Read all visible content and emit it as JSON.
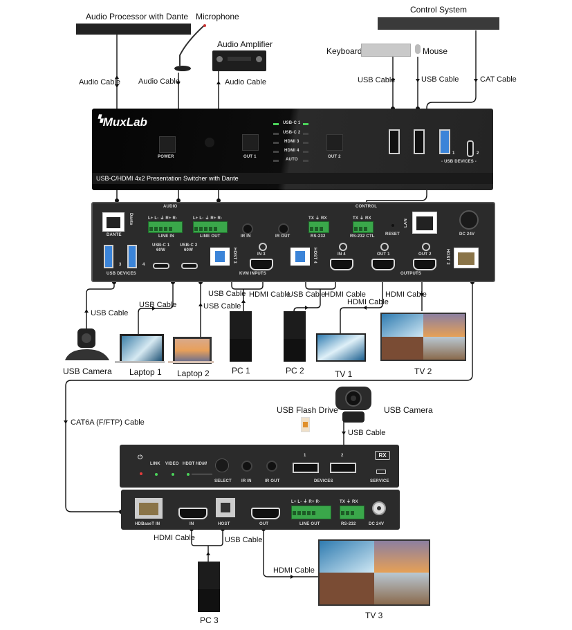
{
  "devices": {
    "audio_processor": "Audio Processor with Dante",
    "microphone": "Microphone",
    "audio_amplifier": "Audio Amplifier",
    "control_system": "Control System",
    "keyboard": "Keyboard",
    "mouse": "Mouse",
    "usb_camera_1": "USB Camera",
    "laptop_1": "Laptop 1",
    "laptop_2": "Laptop 2",
    "pc_1": "PC 1",
    "pc_2": "PC 2",
    "tv_1": "TV 1",
    "tv_2": "TV 2",
    "usb_flash_drive": "USB Flash Drive",
    "usb_camera_2": "USB Camera",
    "pc_3": "PC 3",
    "tv_3": "TV 3"
  },
  "cables": {
    "audio_1": "Audio Cable",
    "audio_2": "Audio Cable",
    "audio_3": "Audio Cable",
    "usb_keyboard": "USB Cable",
    "usb_mouse": "USB Cable",
    "cat": "CAT Cable",
    "usb_camera": "USB Cable",
    "usb_laptop1": "USB Cable",
    "usb_laptop2": "USB Cable",
    "usb_pc1": "USB Cable",
    "hdmi_pc1": "HDMI Cable",
    "usb_pc2": "USB Cable",
    "hdmi_pc2": "HDMI Cable",
    "hdmi_tv1": "HDMI Cable",
    "hdmi_tv2": "HDMI Cable",
    "cat6a": "CAT6A (F/FTP) Cable",
    "usb_rx_camera": "USB Cable",
    "hdmi_pc3": "HDMI Cable",
    "usb_pc3": "USB Cable",
    "hdmi_tv3": "HDMI Cable"
  },
  "switcher_front": {
    "brand": "MuxLab",
    "caption": "USB-C/HDMI 4x2 Presentation Switcher with Dante",
    "power": "POWER",
    "out1": "OUT 1",
    "out2": "OUT 2",
    "inputs": [
      "USB-C 1",
      "USB-C 2",
      "HDMI 3",
      "HDMI 4",
      "AUTO"
    ],
    "active_input": "USB-C 1",
    "usb_devices": "- USB DEVICES -",
    "port_1": "1",
    "port_2": "2"
  },
  "switcher_rear": {
    "audio": "AUDIO",
    "control": "CONTROL",
    "dante": "DANTE",
    "dante_logo": "Dante",
    "terminal_audio": "L+ L- ⏚ R+ R-",
    "line_in": "LINE IN",
    "line_out": "LINE OUT",
    "ir_in": "IR IN",
    "ir_out": "IR OUT",
    "terminal_rs232": "TX ⏚ RX",
    "rs232": "RS-232",
    "rs232_ctl": "RS-232 CTL",
    "reset": "RESET",
    "lan": "LAN",
    "dc": "DC 24V",
    "usbc1": "USB-C 1",
    "usbc1_w": "60W",
    "usbc2": "USB-C 2",
    "usbc2_w": "60W",
    "host3": "HOST 3",
    "in3": "IN 3",
    "host4": "HOST 4",
    "in4": "IN 4",
    "out1": "OUT 1",
    "out2": "OUT 2",
    "host2": "HOST 2",
    "usb_devices": "USB DEVICES",
    "port_3": "3",
    "port_4": "4",
    "kvm_inputs": "KVM INPUTS",
    "outputs": "OUTPUTS"
  },
  "rx_front": {
    "link": "LINK",
    "video": "VIDEO",
    "hdbt": "HDBT",
    "hdmi": "HDMI",
    "select": "SELECT",
    "ir_in": "IR IN",
    "ir_out": "IR OUT",
    "port_1": "1",
    "port_2": "2",
    "devices": "DEVICES",
    "rx": "RX",
    "service": "SERVICE"
  },
  "rx_rear": {
    "hdbaset_in": "HDBaseT IN",
    "in": "IN",
    "host": "HOST",
    "out": "OUT",
    "terminal_audio": "L+ L- ⏚ R+ R-",
    "line_out": "LINE OUT",
    "terminal_rs232": "TX ⏚ RX",
    "rs232": "RS-232",
    "dc": "DC 24V"
  },
  "colors": {
    "panel": "#2b2b2b",
    "led_green": "#4bd35a",
    "led_red": "#e23b3b",
    "terminal_green": "#3aa74a",
    "usb_blue": "#3b84d8"
  }
}
